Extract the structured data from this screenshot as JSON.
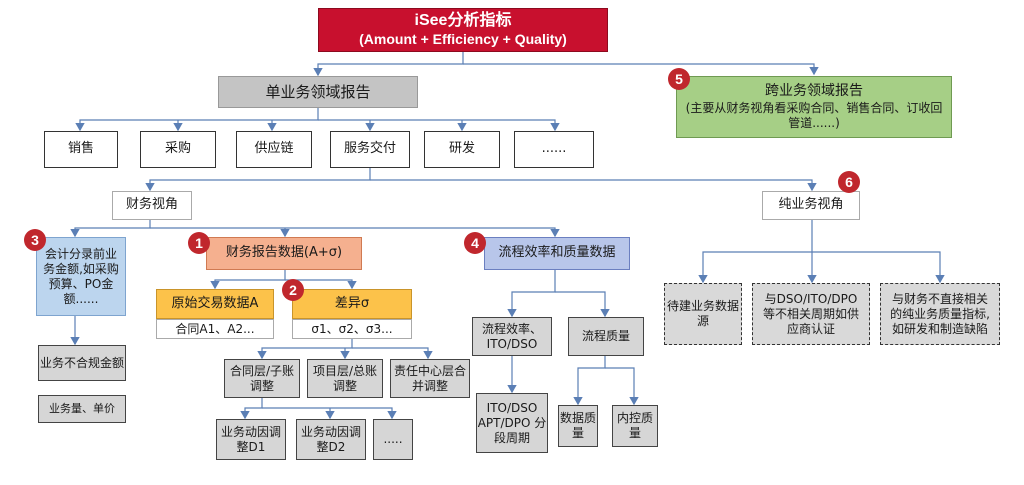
{
  "title": {
    "line1": "iSee分析指标",
    "line2": "(Amount + Efficiency + Quality)"
  },
  "single_domain": "单业务领域报告",
  "cross_domain": {
    "title": "跨业务领域报告",
    "desc": "(主要从财务视角看采购合同、销售合同、订收回管道......)",
    "badge": "5"
  },
  "domains": [
    "销售",
    "采购",
    "供应链",
    "服务交付",
    "研发",
    "......"
  ],
  "finance_view": "财务视角",
  "pure_view": {
    "label": "纯业务视角",
    "badge": "6"
  },
  "accounting": {
    "text": "会计分录前业务金额,如采购预算、PO金额......",
    "badge": "3"
  },
  "financial_report": {
    "label": "财务报告数据(A+σ)",
    "badge": "1"
  },
  "original_data": {
    "label": "原始交易数据A",
    "sub": "合同A1、A2..."
  },
  "variance": {
    "label": "差异σ",
    "sub": "σ1、σ2、σ3...",
    "badge": "2"
  },
  "process": {
    "label": "流程效率和质量数据",
    "badge": "4"
  },
  "noncompliance": "业务不合规金额",
  "volume_price": "业务量、单价",
  "adjustments": [
    "合同层/子账调整",
    "项目层/总账调整",
    "责任中心层合并调整"
  ],
  "biz_adjust": [
    "业务动因调整D1",
    "业务动因调整D2",
    "....."
  ],
  "process_eff": "流程效率、ITO/DSO",
  "process_quality": "流程质量",
  "ito_detail": "ITO/DSO APT/DPO 分段周期",
  "data_quality": "数据质量",
  "internal_control": "内控质量",
  "pure_items": [
    "待建业务数据源",
    "与DSO/ITO/DPO等不相关周期如供应商认证",
    "与财务不直接相关的纯业务质量指标,如研发和制造缺陷"
  ],
  "colors": {
    "title_red": "#c8102e",
    "orange": "#f5b08f",
    "yellow": "#fcc24a",
    "blue": "#b8c6ea",
    "lightblue": "#bcd5ee",
    "green": "#a6cf86",
    "badge": "#c0272d"
  }
}
